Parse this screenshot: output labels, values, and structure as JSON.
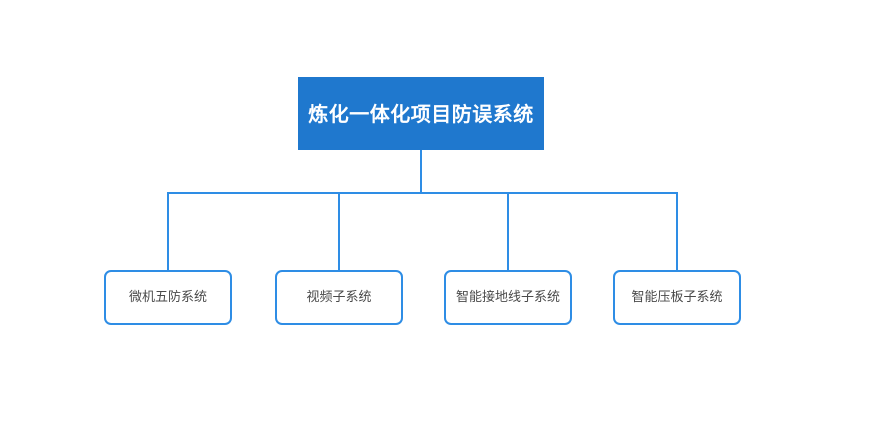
{
  "diagram": {
    "type": "org-chart",
    "orientation": "top-down",
    "background_color": "#ffffff",
    "root": {
      "label": "炼化一体化项目防误系统",
      "fill_color": "#1F78CE",
      "text_color": "#ffffff"
    },
    "children": [
      {
        "label": "微机五防系统",
        "fill_color": "#ffffff",
        "border_color": "#2E8DE5",
        "text_color": "#4a4a4a"
      },
      {
        "label": "视频子系统",
        "fill_color": "#ffffff",
        "border_color": "#2E8DE5",
        "text_color": "#4a4a4a"
      },
      {
        "label": "智能接地线子系统",
        "fill_color": "#ffffff",
        "border_color": "#2E8DE5",
        "text_color": "#4a4a4a"
      },
      {
        "label": "智能压板子系统",
        "fill_color": "#ffffff",
        "border_color": "#2E8DE5",
        "text_color": "#4a4a4a"
      }
    ],
    "connector_color": "#2E8DE5"
  }
}
